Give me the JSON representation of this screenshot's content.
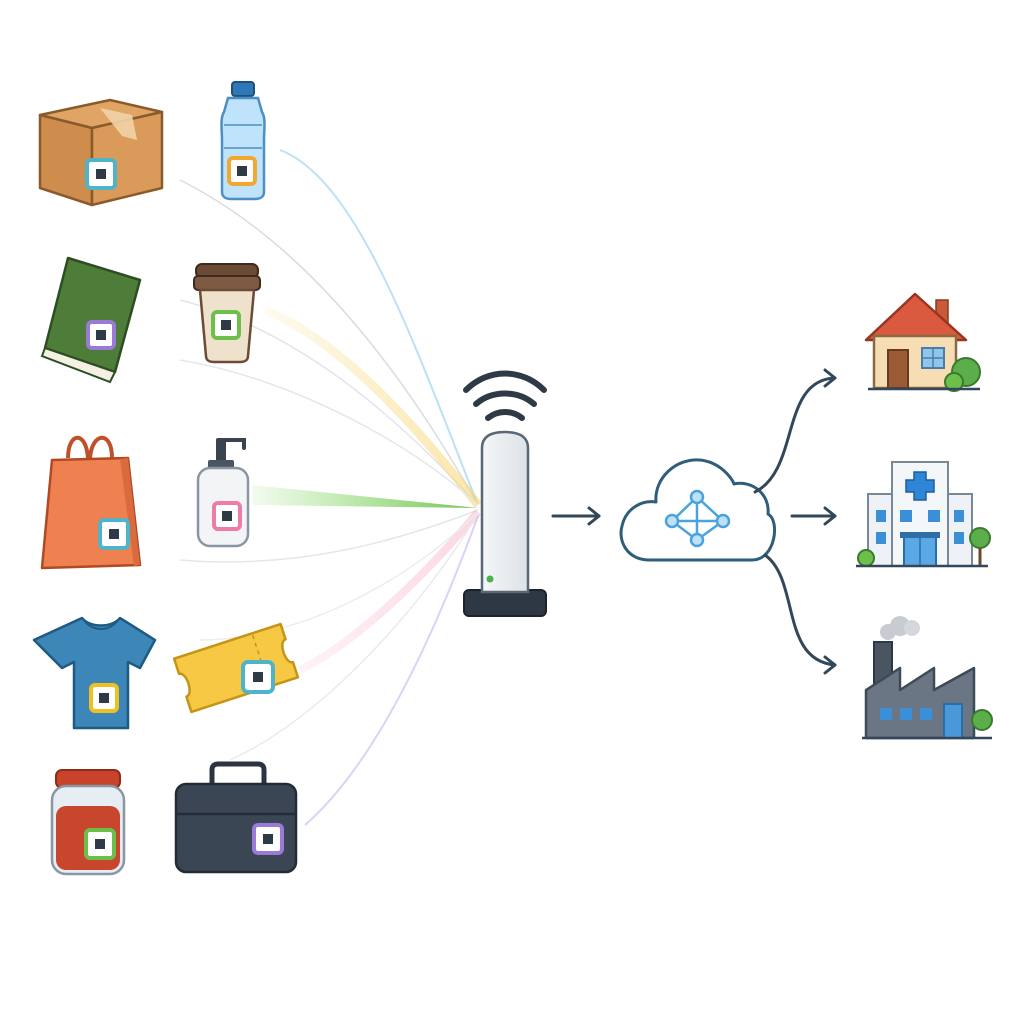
{
  "diagram": {
    "tagged_items": [
      {
        "name": "cardboard-box",
        "tag_color": "#4fb3c9"
      },
      {
        "name": "water-bottle",
        "tag_color": "#f0a830"
      },
      {
        "name": "book",
        "tag_color": "#9a7ad6"
      },
      {
        "name": "coffee-cup",
        "tag_color": "#6cc04a"
      },
      {
        "name": "shopping-bag",
        "tag_color": "#4fb3c9"
      },
      {
        "name": "soap-dispenser",
        "tag_color": "#f07aa8"
      },
      {
        "name": "t-shirt",
        "tag_color": "#f0c020"
      },
      {
        "name": "ticket",
        "tag_color": "#4fb3c9"
      },
      {
        "name": "jar",
        "tag_color": "#6cc04a"
      },
      {
        "name": "toolbox",
        "tag_color": "#9a7ad6"
      }
    ],
    "reader": {
      "icon": "wireless-reader-icon",
      "led_color": "#4caf50"
    },
    "cloud": {
      "icon": "cloud-network-icon",
      "stroke_color": "#2f5d7a",
      "node_color": "#4aa3df"
    },
    "destinations": [
      {
        "name": "house",
        "icon": "house-icon"
      },
      {
        "name": "hospital",
        "icon": "hospital-icon"
      },
      {
        "name": "factory",
        "icon": "factory-icon"
      }
    ],
    "colors": {
      "stroke": "#33475b",
      "signal_green": "#7ed957",
      "signal_blue": "#9fd3f2",
      "signal_yellow": "#f6d46a",
      "signal_pink": "#f5a0b8",
      "signal_purple": "#c3b4ee"
    }
  }
}
